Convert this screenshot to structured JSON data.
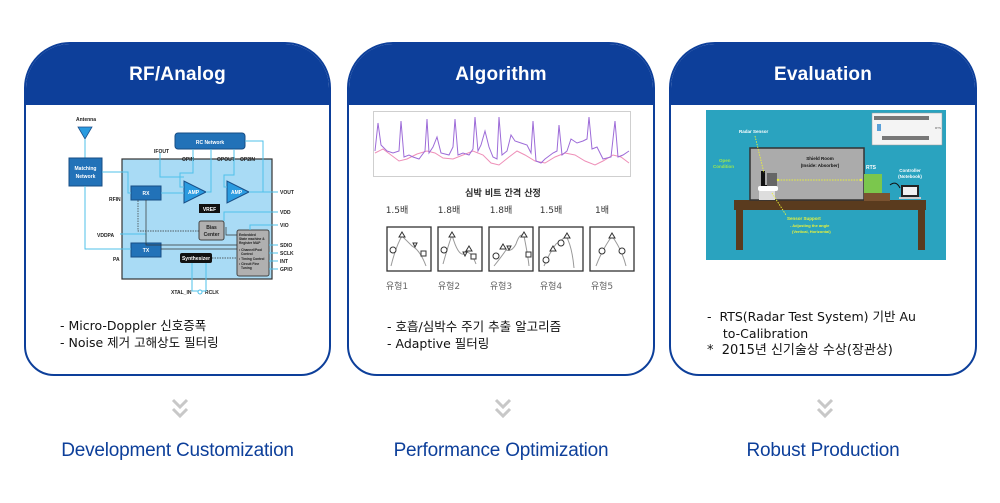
{
  "colors": {
    "brand_blue": "#0d3f9a",
    "chevron_gray": "#c8c8c8",
    "rf_light_blue": "#a9dbf5",
    "rf_block_blue": "#2272b8",
    "eval_teal": "#2aa3bf"
  },
  "cards": [
    {
      "title": "RF/Analog",
      "bullets": [
        "-  Micro-Doppler 신호증폭",
        "-  Noise 제거 고해상도 필터링"
      ],
      "footer": "Development Customization",
      "diagram": {
        "labels": {
          "antenna": "Antenna",
          "matching": "Matching",
          "network": "Network",
          "rc_network": "RC Network",
          "ifout": "IFOUT",
          "opin": "OPIN",
          "opout": "OPOUT",
          "op2in": "OP2IN",
          "rfin": "RFIN",
          "rx": "RX",
          "amp": "AMP",
          "vref": "VREF",
          "vout": "VOUT",
          "vdd": "VDD",
          "bias": "Bias",
          "center": "Center",
          "vio": "VIO",
          "embedded": "Embedded",
          "state_machine": "State machine &",
          "register_map": "Register MAP",
          "channel_pool": "• Channel/Pool",
          "control": "Control",
          "timing_control": "• Timing Control",
          "circuit_fine": "• Circuit Fine",
          "tuning": "Tuning",
          "sdio": "SDIO",
          "sclk": "SCLK",
          "int": "INT",
          "gpio": "GPIO",
          "vddpa": "VDDPA",
          "tx": "TX",
          "pa": "PA",
          "synthesizer": "Synthesizer",
          "xtal_in": "XTAL_IN",
          "rclk": "RCLK"
        }
      }
    },
    {
      "title": "Algorithm",
      "bullets": [
        "-  호흡/심박수 주기 추출 알고리즘",
        "-  Adaptive 필터링"
      ],
      "footer": "Performance Optimization",
      "figure": {
        "section_title": "심박 비트 간격 산정",
        "types": [
          {
            "ratio": "1.5배",
            "label": "유형1"
          },
          {
            "ratio": "1.8배",
            "label": "유형2"
          },
          {
            "ratio": "1.8배",
            "label": "유형3"
          },
          {
            "ratio": "1.5배",
            "label": "유형4"
          },
          {
            "ratio": "1배",
            "label": "유형5"
          }
        ]
      }
    },
    {
      "title": "Evaluation",
      "bullets": [
        "-  RTS(Radar Test System) 기반 Au",
        "    to-Calibration",
        "*  2015년 신기술상 수상(장관상)"
      ],
      "footer": "Robust Production",
      "diagram": {
        "labels": {
          "radar_sensor": "Radar Sensor",
          "open": "Open",
          "condition": "Condition",
          "shield_room": "Shield Room",
          "inside_absorber": "(Inside: Absorber)",
          "rts": "RTS",
          "controller": "Controller",
          "notebook": "(Notebook)",
          "sensor_support": "Sensor Support",
          "adjusting": "- Adjusting the angle",
          "vert_horiz": "(Vertical, Horizontal)",
          "rts_small": "RTS"
        }
      }
    }
  ]
}
